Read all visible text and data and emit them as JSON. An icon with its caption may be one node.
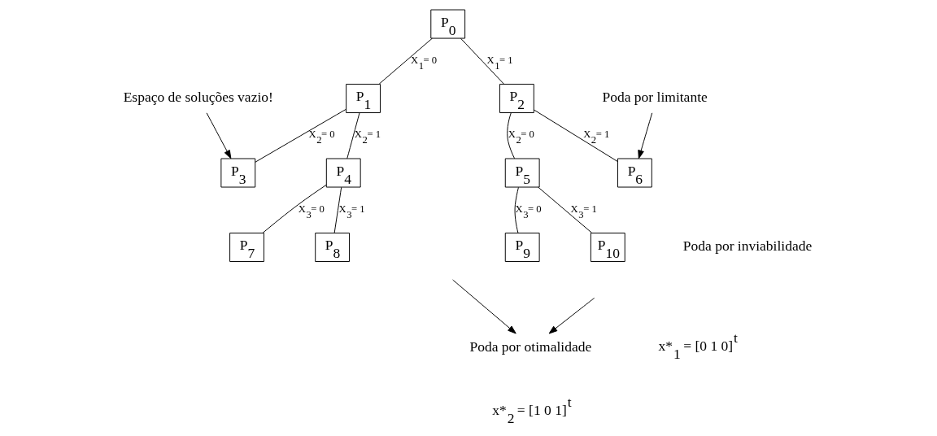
{
  "diagram": {
    "nodes": [
      {
        "text": [
          "P$_{0}$"
        ]
      },
      {
        "text": [
          "P$_{1}$"
        ]
      },
      {
        "text": [
          "P$_{2}$"
        ]
      },
      {
        "text": [
          "P$_{3}$"
        ]
      },
      {
        "text": [
          "P$_{4}$"
        ]
      },
      {
        "text": [
          "P$_{5}$"
        ]
      },
      {
        "text": [
          "P$_{6}$"
        ]
      },
      {
        "text": [
          "P$_{7}$"
        ]
      },
      {
        "text": [
          "P$_{8}$"
        ]
      },
      {
        "text": [
          "P$_{9}$"
        ]
      },
      {
        "text": [
          "P$_{10}$"
        ]
      },
      {
        "text": [
          "Espaço de soluções vazio!"
        ]
      },
      {
        "text": [
          "Poda por limitante"
        ]
      },
      {
        "text": [
          "Poda por otimalidade"
        ]
      }
    ],
    "edges": [
      {
        "from": 0,
        "to": 1,
        "arrow": "none",
        "label": "X$_{1}$= 0"
      },
      {
        "from": 0,
        "to": 2,
        "arrow": "none",
        "label": "X$_{1}$= 1"
      },
      {
        "from": 1,
        "to": 3,
        "arrow": "none",
        "label": "X$_{2}$= 0"
      },
      {
        "from": 1,
        "to": 4,
        "arrow": "none",
        "label": "X$_{2}$= 1"
      },
      {
        "from": 2,
        "to": 5,
        "arrow": "none",
        "label": "X$_{2}$= 0"
      },
      {
        "from": 2,
        "to": 6,
        "arrow": "none",
        "label": "X$_{2}$= 1"
      },
      {
        "from": 4,
        "to": 7,
        "arrow": "none",
        "label": "X$_{3}$= 0"
      },
      {
        "from": 4,
        "to": 8,
        "arrow": "none",
        "label": "X$_{3}$= 1"
      },
      {
        "from": 5,
        "to": 9,
        "arrow": "none",
        "label": "X$_{3}$= 0"
      },
      {
        "from": 5,
        "to": 10,
        "arrow": "none",
        "label": "X$_{3}$= 1"
      },
      {
        "from": 11,
        "to": 3,
        "arrow": "to"
      },
      {
        "from": 12,
        "to": 6,
        "arrow": "to"
      },
      {
        "from": null,
        "to": 13,
        "arrow": "to"
      },
      {
        "from": null,
        "to": 13,
        "arrow": "to"
      }
    ],
    "labels": [
      "Poda por inviabilidade",
      "x*$_{1}$ = [0 1 0]$^{t}$",
      "x*$_{2}$ = [1 0 1]$^{t}$"
    ]
  }
}
